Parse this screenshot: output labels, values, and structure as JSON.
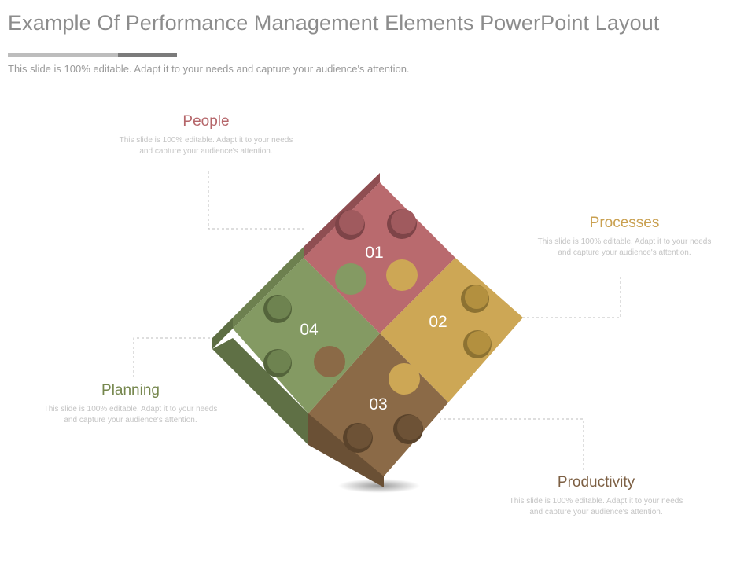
{
  "slide": {
    "title": "Example Of Performance Management Elements PowerPoint Layout",
    "subtitle": "This slide is 100% editable. Adapt it to your needs and capture your audience's attention."
  },
  "pieces": [
    {
      "number": "01",
      "label": "People",
      "description": "This slide is 100% editable. Adapt it to your needs and capture your audience's attention.",
      "color": "#b96a6e"
    },
    {
      "number": "02",
      "label": "Processes",
      "description": "This slide is 100% editable. Adapt it to your needs and capture your audience's attention.",
      "color": "#cda755"
    },
    {
      "number": "03",
      "label": "Productivity",
      "description": "This slide is 100% editable. Adapt it to your needs and capture your audience's attention.",
      "color": "#8b6a47"
    },
    {
      "number": "04",
      "label": "Planning",
      "description": "This slide is 100% editable. Adapt it to your needs and capture your audience's attention.",
      "color": "#849a63"
    }
  ],
  "colors": {
    "people_text": "#b5666a",
    "processes_text": "#c9a050",
    "productivity_text": "#7d6044",
    "planning_text": "#76874e"
  }
}
